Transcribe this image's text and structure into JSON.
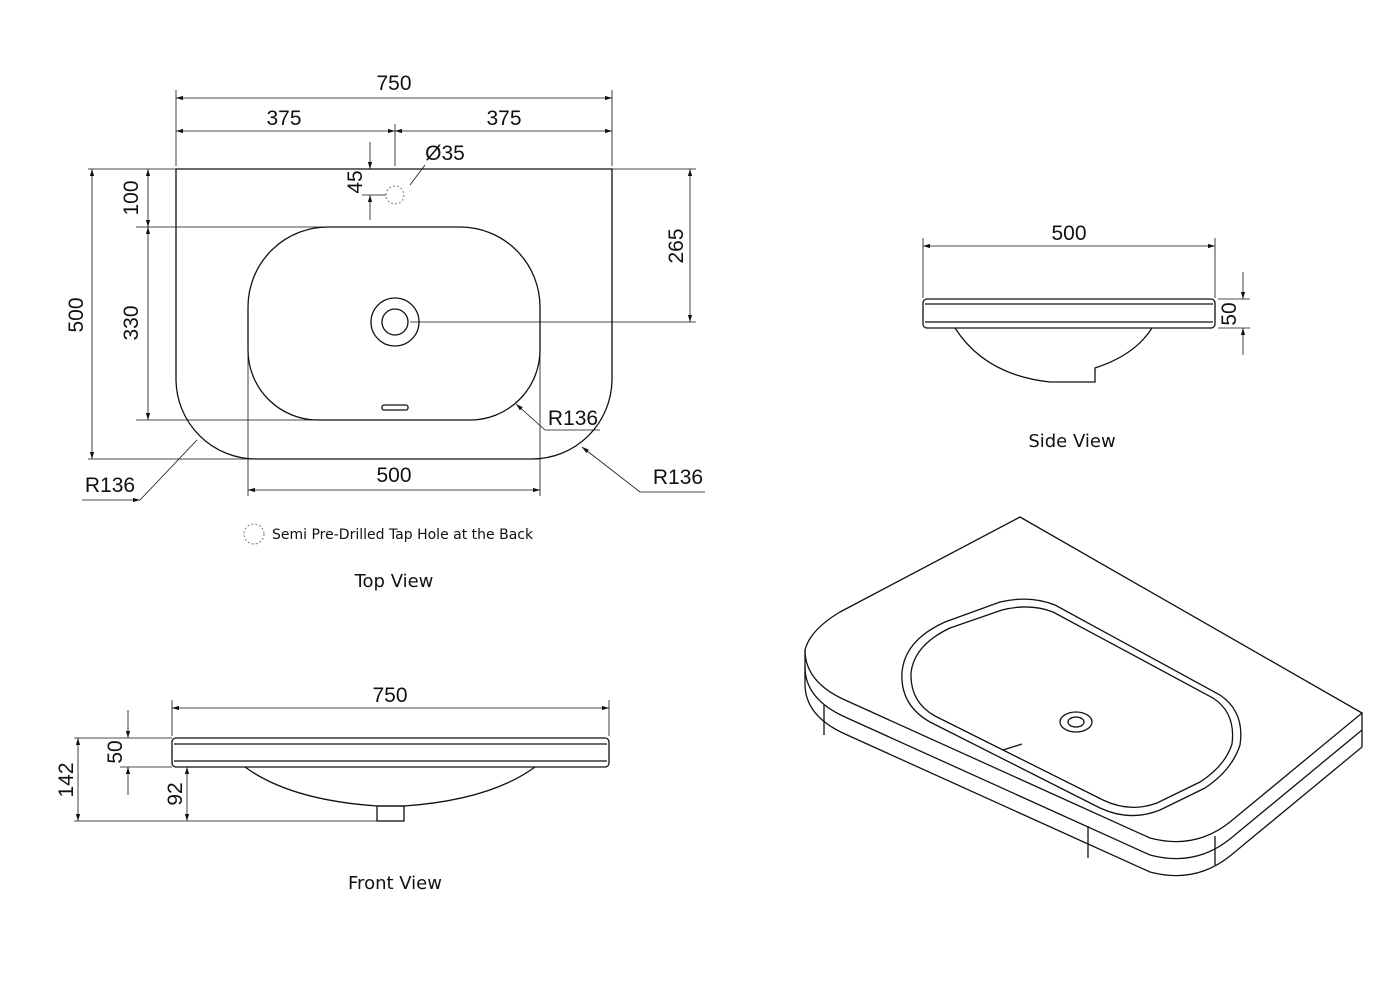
{
  "top_view": {
    "caption": "Top View",
    "overall_width": "750",
    "half_left": "375",
    "half_right": "375",
    "tap_hole_diameter": "Ø35",
    "tap_offset": "45",
    "back_to_bowl": "100",
    "bowl_depth": "330",
    "overall_depth": "500",
    "back_to_drain": "265",
    "bowl_width": "500",
    "radius_left": "R136",
    "radius_bowl": "R136",
    "radius_right": "R136",
    "legend": "Semi Pre-Drilled Tap Hole at the Back"
  },
  "side_view": {
    "caption": "Side View",
    "depth": "500",
    "thickness": "50"
  },
  "front_view": {
    "caption": "Front View",
    "width": "750",
    "thickness": "50",
    "total_height": "142",
    "bowl_height": "92"
  },
  "colors": {
    "line": "#111111",
    "background": "#ffffff"
  }
}
